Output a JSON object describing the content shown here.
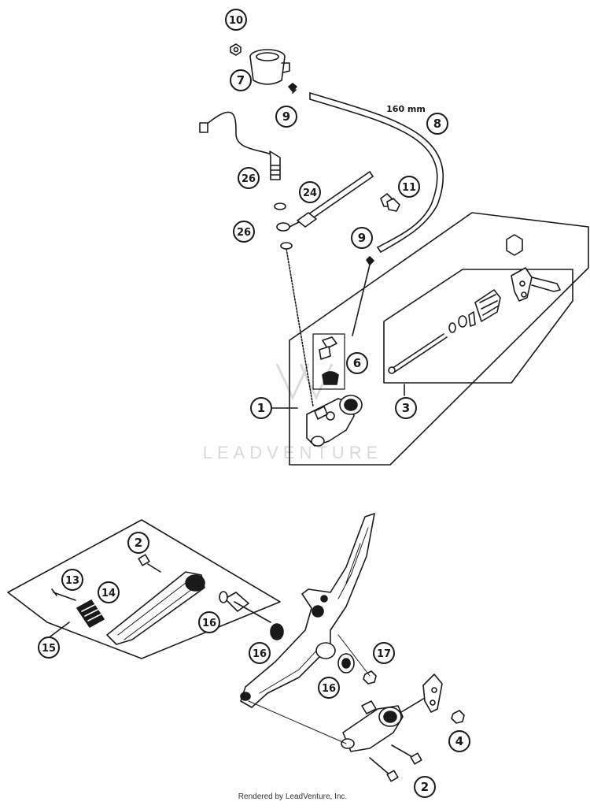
{
  "diagram": {
    "callouts": [
      "10",
      "7",
      "9",
      "8",
      "26",
      "24",
      "11",
      "26",
      "9",
      "6",
      "3",
      "1",
      "2",
      "13",
      "14",
      "16",
      "15",
      "16",
      "17",
      "16",
      "4",
      "2"
    ],
    "hose_length": "160 mm",
    "watermark": "LEADVENTURE",
    "credit": "Rendered by LeadVenture, Inc."
  },
  "colors": {
    "ink": "#1a1a1a",
    "callout_fill": "#ffffff",
    "watermark": "#d9d9d9"
  }
}
